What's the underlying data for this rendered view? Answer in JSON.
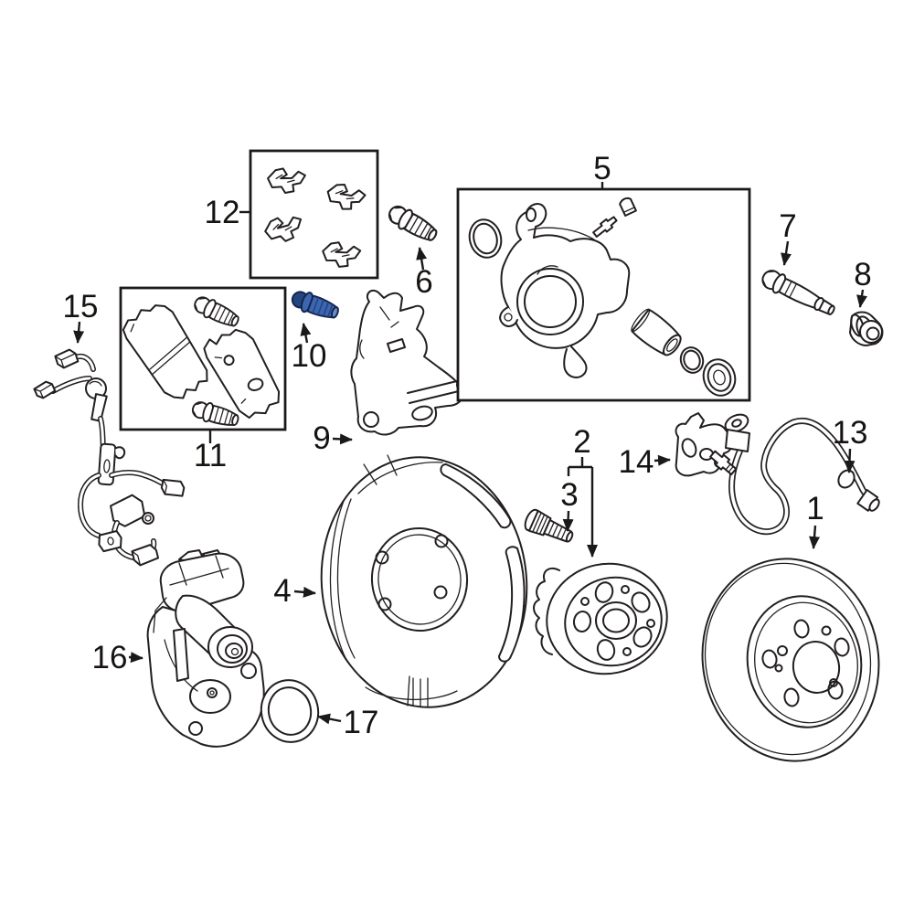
{
  "diagram": {
    "background_color": "#ffffff",
    "line_color": "#231f20",
    "label_color": "#161412",
    "highlighted_part": "10",
    "highlight": {
      "main": "#3d66b2",
      "dark": "#24457f",
      "light": "#6a8cc8"
    },
    "callouts": [
      {
        "number": "1"
      },
      {
        "number": "2"
      },
      {
        "number": "3"
      },
      {
        "number": "4"
      },
      {
        "number": "5"
      },
      {
        "number": "6"
      },
      {
        "number": "7"
      },
      {
        "number": "8"
      },
      {
        "number": "9"
      },
      {
        "number": "10"
      },
      {
        "number": "11"
      },
      {
        "number": "12"
      },
      {
        "number": "13"
      },
      {
        "number": "14"
      },
      {
        "number": "15"
      },
      {
        "number": "16"
      },
      {
        "number": "17"
      }
    ]
  }
}
